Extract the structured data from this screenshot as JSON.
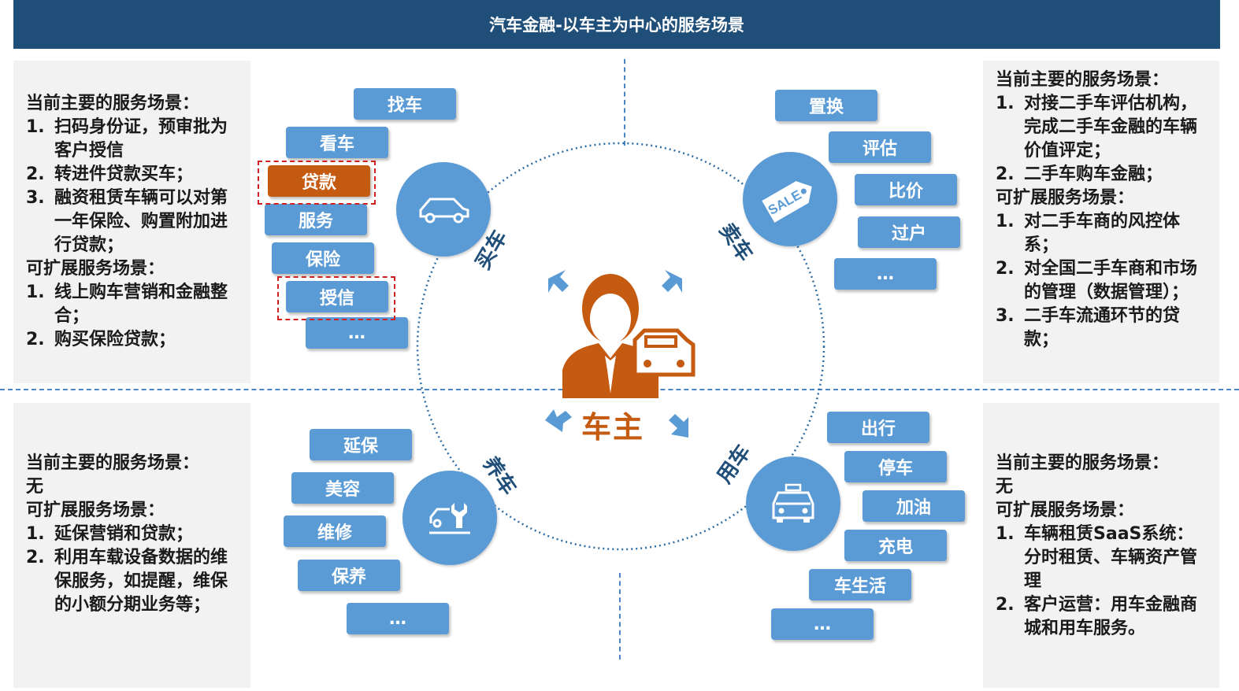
{
  "title": "汽车金融-以车主为中心的服务场景",
  "center_label": "车主",
  "quadrant_labels": {
    "buy": "买车",
    "sell": "卖车",
    "maintain": "养车",
    "use": "用车"
  },
  "colors": {
    "header": "#1f4e79",
    "pill": "#5b9bd5",
    "highlight": "#c55a11",
    "dash": "#4a86c5"
  },
  "pills": {
    "buy": [
      "找车",
      "看车",
      "贷款",
      "服务",
      "保险",
      "授信",
      "…"
    ],
    "sell": [
      "置换",
      "评估",
      "比价",
      "过户",
      "…"
    ],
    "maintain": [
      "延保",
      "美容",
      "维修",
      "保养",
      "…"
    ],
    "use": [
      "出行",
      "停车",
      "加油",
      "充电",
      "车生活",
      "…"
    ]
  },
  "panels": {
    "top_left": {
      "heading1": "当前主要的服务场景：",
      "current": [
        {
          "num": "1.",
          "text": "扫码身份证，预审批为客户授信"
        },
        {
          "num": "2.",
          "text": "转进件贷款买车；"
        },
        {
          "num": "3.",
          "text": "融资租赁车辆可以对第一年保险、购置附加进行贷款；"
        }
      ],
      "heading2": "可扩展服务场景：",
      "expand": [
        {
          "num": "1.",
          "text": "线上购车营销和金融整合；"
        },
        {
          "num": "2.",
          "text": "购买保险贷款；"
        }
      ]
    },
    "top_right": {
      "heading1": "当前主要的服务场景：",
      "current": [
        {
          "num": "1.",
          "text": "对接二手车评估机构，完成二手车金融的车辆价值评定；"
        },
        {
          "num": "2.",
          "text": "二手车购车金融；"
        }
      ],
      "heading2": "可扩展服务场景：",
      "expand": [
        {
          "num": "1.",
          "text": "对二手车商的风控体系；"
        },
        {
          "num": "2.",
          "text": "对全国二手车商和市场的管理（数据管理）；"
        },
        {
          "num": "3.",
          "text": "二手车流通环节的贷款；"
        }
      ]
    },
    "bottom_left": {
      "heading1": "当前主要的服务场景：",
      "none": "无",
      "heading2": "可扩展服务场景：",
      "expand": [
        {
          "num": "1.",
          "text": "延保营销和贷款；"
        },
        {
          "num": "2.",
          "text": "利用车载设备数据的维保服务，如提醒，维保的小额分期业务等；"
        }
      ]
    },
    "bottom_right": {
      "heading1": "当前主要的服务场景：",
      "none": "无",
      "heading2": "可扩展服务场景：",
      "expand": [
        {
          "num": "1.",
          "text": "车辆租赁SaaS系统：分时租赁、车辆资产管理"
        },
        {
          "num": "2.",
          "text": "客户运营：用车金融商城和用车服务。"
        }
      ]
    }
  }
}
